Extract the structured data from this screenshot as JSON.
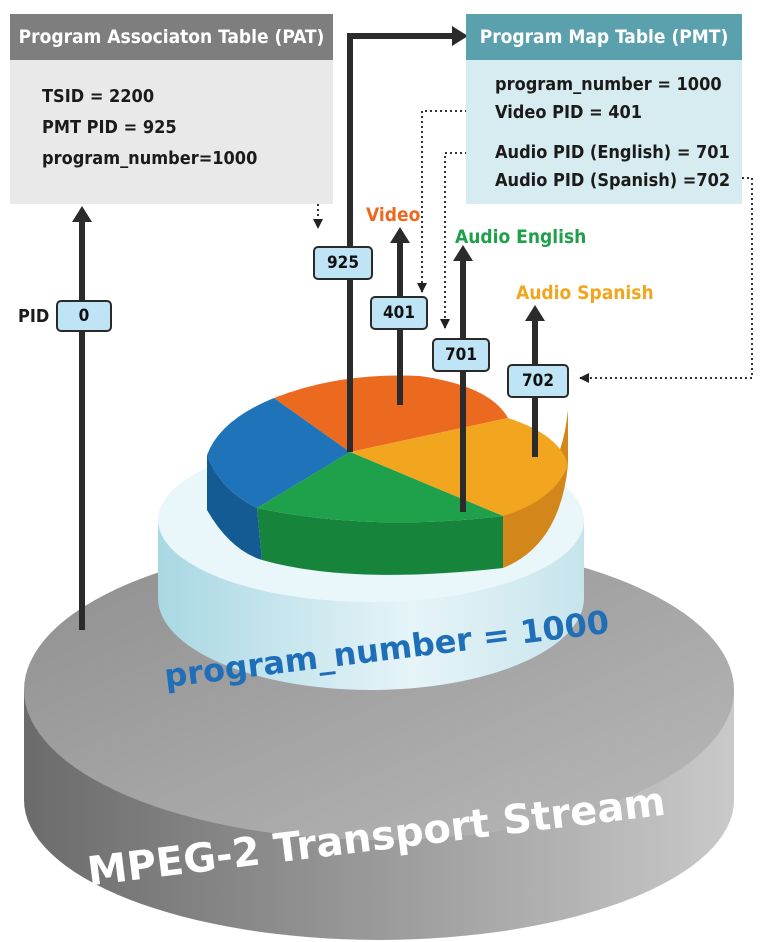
{
  "pat": {
    "title": "Program Associaton Table (PAT)",
    "lines": [
      "TSID = 2200",
      "PMT PID = 925",
      "program_number=1000"
    ]
  },
  "pmt": {
    "title": "Program Map Table (PMT)",
    "lines": [
      "program_number = 1000",
      "Video PID = 401",
      "Audio PID (English) = 701",
      "Audio PID (Spanish) =702"
    ]
  },
  "pid_label": "PID",
  "badges": {
    "pat_pid": "0",
    "pmt_pid": "925",
    "video": "401",
    "audio_english": "701",
    "audio_spanish": "702"
  },
  "stream_labels": {
    "video": "Video",
    "audio_english": "Audio English",
    "audio_spanish": "Audio Spanish"
  },
  "program_label": "program_number = 1000",
  "transport_label": "MPEG-2 Transport Stream",
  "colors": {
    "pat_header": "#7e7e7e",
    "pmt_header": "#5aa0ad",
    "pat_body": "#e9e9e9",
    "pmt_body": "#d7ecf0",
    "video": "#ec6a1f",
    "audio_english": "#1fa04a",
    "audio_spanish": "#f2a51e",
    "blue_slice": "#1f74b9",
    "program_text": "#1f6fb8",
    "badge_fill": "#bfe4f5"
  }
}
